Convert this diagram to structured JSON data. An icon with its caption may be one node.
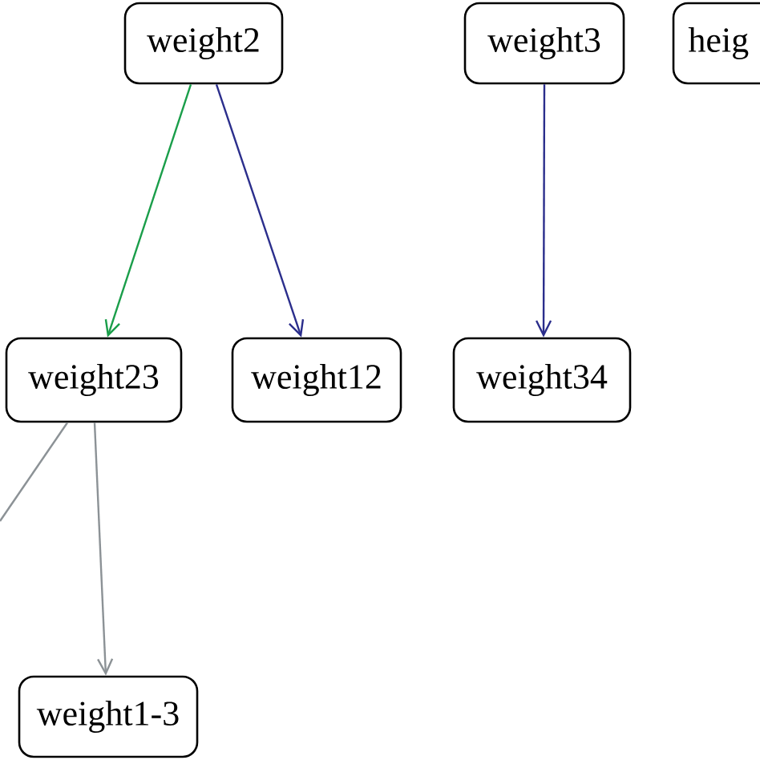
{
  "diagram": {
    "nodes": [
      {
        "text": [
          "weight2"
        ]
      },
      {
        "text": [
          "weight3"
        ]
      },
      {
        "text": [
          "heig"
        ]
      },
      {
        "text": [
          "weight23"
        ]
      },
      {
        "text": [
          "weight12"
        ]
      },
      {
        "text": [
          "weight34"
        ]
      },
      {
        "text": [
          "weight1-3"
        ]
      }
    ],
    "edges": [
      {
        "from": 0,
        "to": 3,
        "arrow": "to",
        "color": "#1a9e4a"
      },
      {
        "from": 0,
        "to": 4,
        "arrow": "to",
        "color": "#2b2e8c"
      },
      {
        "from": 1,
        "to": 5,
        "arrow": "to",
        "color": "#2b2e8c"
      },
      {
        "from": 3,
        "to": 6,
        "arrow": "to",
        "color": "#8c9296"
      },
      {
        "from": 3,
        "to": null,
        "arrow": "none",
        "color": "#8c9296"
      }
    ]
  }
}
